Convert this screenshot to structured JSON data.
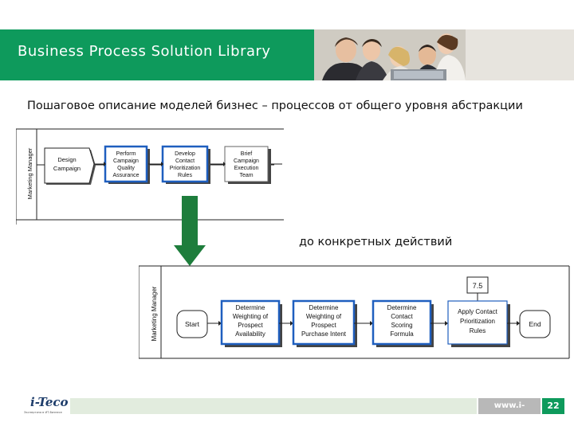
{
  "header": {
    "title": "Business Process Solution Library",
    "background": "#0e9a5c"
  },
  "subtitle": "Пошаговое описание моделей бизнес – процессов от общего уровня абстракции",
  "subtitle_bottom": "до конкретных действий",
  "diagram_top": {
    "lane_label": "Marketing Manager",
    "steps": [
      "Design Campaign",
      "Perform Campaign Quality Assurance",
      "Develop Contact Prioritization Rules",
      "Brief Campaign Execution Team"
    ]
  },
  "diagram_bottom": {
    "lane_label": "Marketing Manager",
    "start_label": "Start",
    "end_label": "End",
    "steps": [
      "Determine Weighting of Prospect Availability",
      "Determine Weighting of Prospect Purchase Intent",
      "Determine Contact Scoring Formula",
      "Apply Contact Prioritization Rules"
    ],
    "step_ref": "7.5"
  },
  "footer": {
    "logo_name": "i-Teco",
    "logo_tagline": "Экспертиза в ИТ-бизнесе",
    "url": "www.i-teco.ru",
    "page_number": "22"
  },
  "colors": {
    "accent_green": "#0e9a5c",
    "step_blue": "#1f5fbf",
    "arrow_green": "#1e7d3c"
  }
}
